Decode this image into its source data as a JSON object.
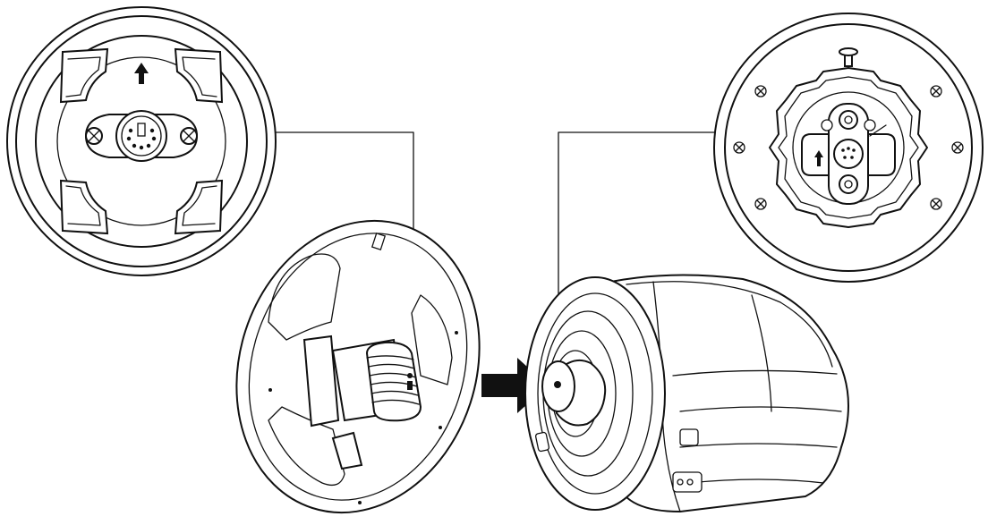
{
  "diagram": {
    "components": [
      "wheel-hub-detail",
      "wheelbase-mount-detail",
      "steering-wheel",
      "wheelbase",
      "attach-arrow"
    ],
    "icons": [
      "arrow-up-icon",
      "arrow-right-icon"
    ],
    "colors": {
      "line": "#111111",
      "background": "#ffffff"
    }
  }
}
